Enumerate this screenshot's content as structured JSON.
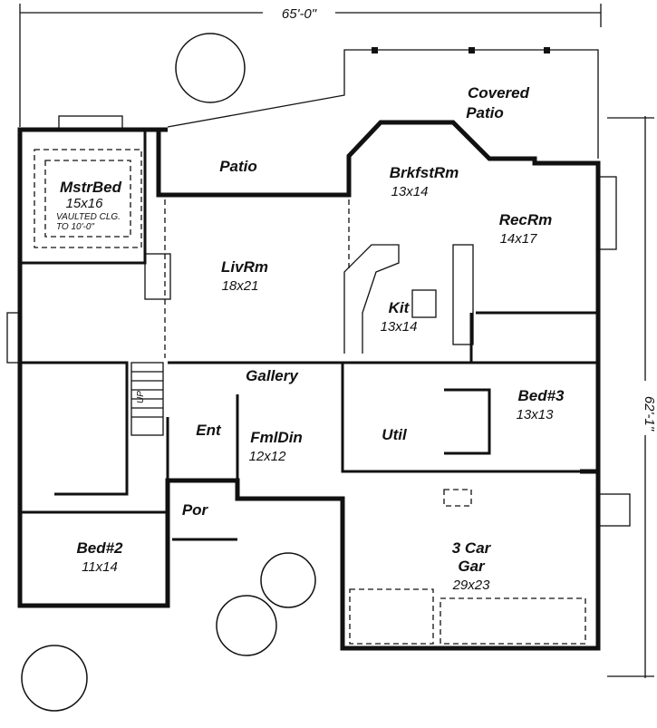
{
  "dimensions": {
    "width": "65'-0\"",
    "depth": "62'-1\""
  },
  "rooms": {
    "covered_patio": {
      "line1": "Covered",
      "line2": "Patio"
    },
    "patio": {
      "name": "Patio"
    },
    "master_bed": {
      "name": "MstrBed",
      "size": "15x16",
      "note1": "VAULTED CLG.",
      "note2": "TO 10'-0\""
    },
    "breakfast": {
      "name": "BrkfstRm",
      "size": "13x14"
    },
    "rec_room": {
      "name": "RecRm",
      "size": "14x17"
    },
    "living": {
      "name": "LivRm",
      "size": "18x21"
    },
    "kitchen": {
      "name": "Kit",
      "size": "13x14"
    },
    "gallery": {
      "name": "Gallery"
    },
    "bed3": {
      "name": "Bed#3",
      "size": "13x13"
    },
    "entry": {
      "name": "Ent"
    },
    "formal_dining": {
      "name": "FmlDin",
      "size": "12x12"
    },
    "utility": {
      "name": "Util"
    },
    "porch": {
      "name": "Por"
    },
    "bed2": {
      "name": "Bed#2",
      "size": "11x14"
    },
    "garage": {
      "line1": "3 Car",
      "line2": "Gar",
      "size": "29x23"
    },
    "stairs": {
      "label": "UP"
    }
  }
}
